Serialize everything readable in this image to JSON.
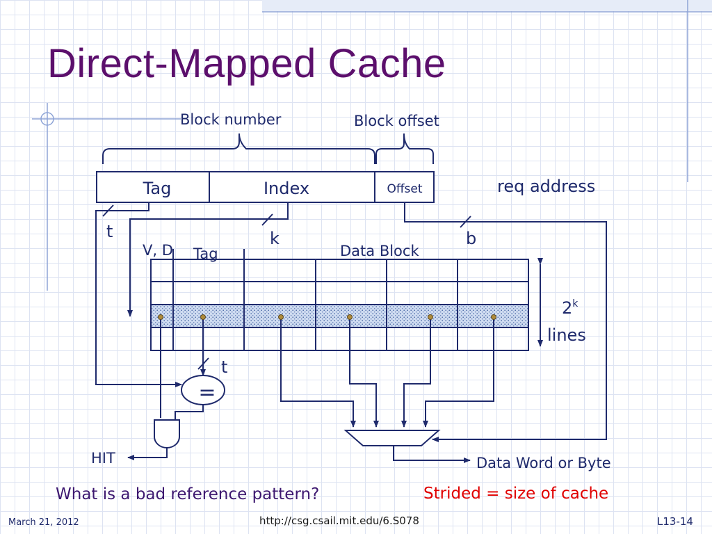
{
  "slide": {
    "title": "Direct-Mapped Cache",
    "date": "March 21, 2012",
    "url": "http://csg.csail.mit.edu/6.S078",
    "page": "L13-14"
  },
  "diagram": {
    "block_number_label": "Block number",
    "block_offset_label": "Block offset",
    "address_fields": [
      "Tag",
      "Index",
      "Offset"
    ],
    "req_address_label": "req address",
    "tag_width_label": "t",
    "index_width_label": "k",
    "offset_width_label": "b",
    "valid_dirty_label": "V, D",
    "tag_column_label": "Tag",
    "data_block_label": "Data Block",
    "lines_base": "2",
    "lines_exponent": "k",
    "lines_label": "lines",
    "comparator_width_label": "t",
    "comparator_symbol": "=",
    "hit_label": "HIT",
    "output_label": "Data Word or Byte"
  },
  "question": "What is a bad reference pattern?",
  "answer": "Strided = size of cache",
  "colors": {
    "title": "#5c0f6c",
    "diagram": "#1f2a6c",
    "question": "#3d1870",
    "answer": "#e00000",
    "selected_row": "#b7cbe9"
  }
}
